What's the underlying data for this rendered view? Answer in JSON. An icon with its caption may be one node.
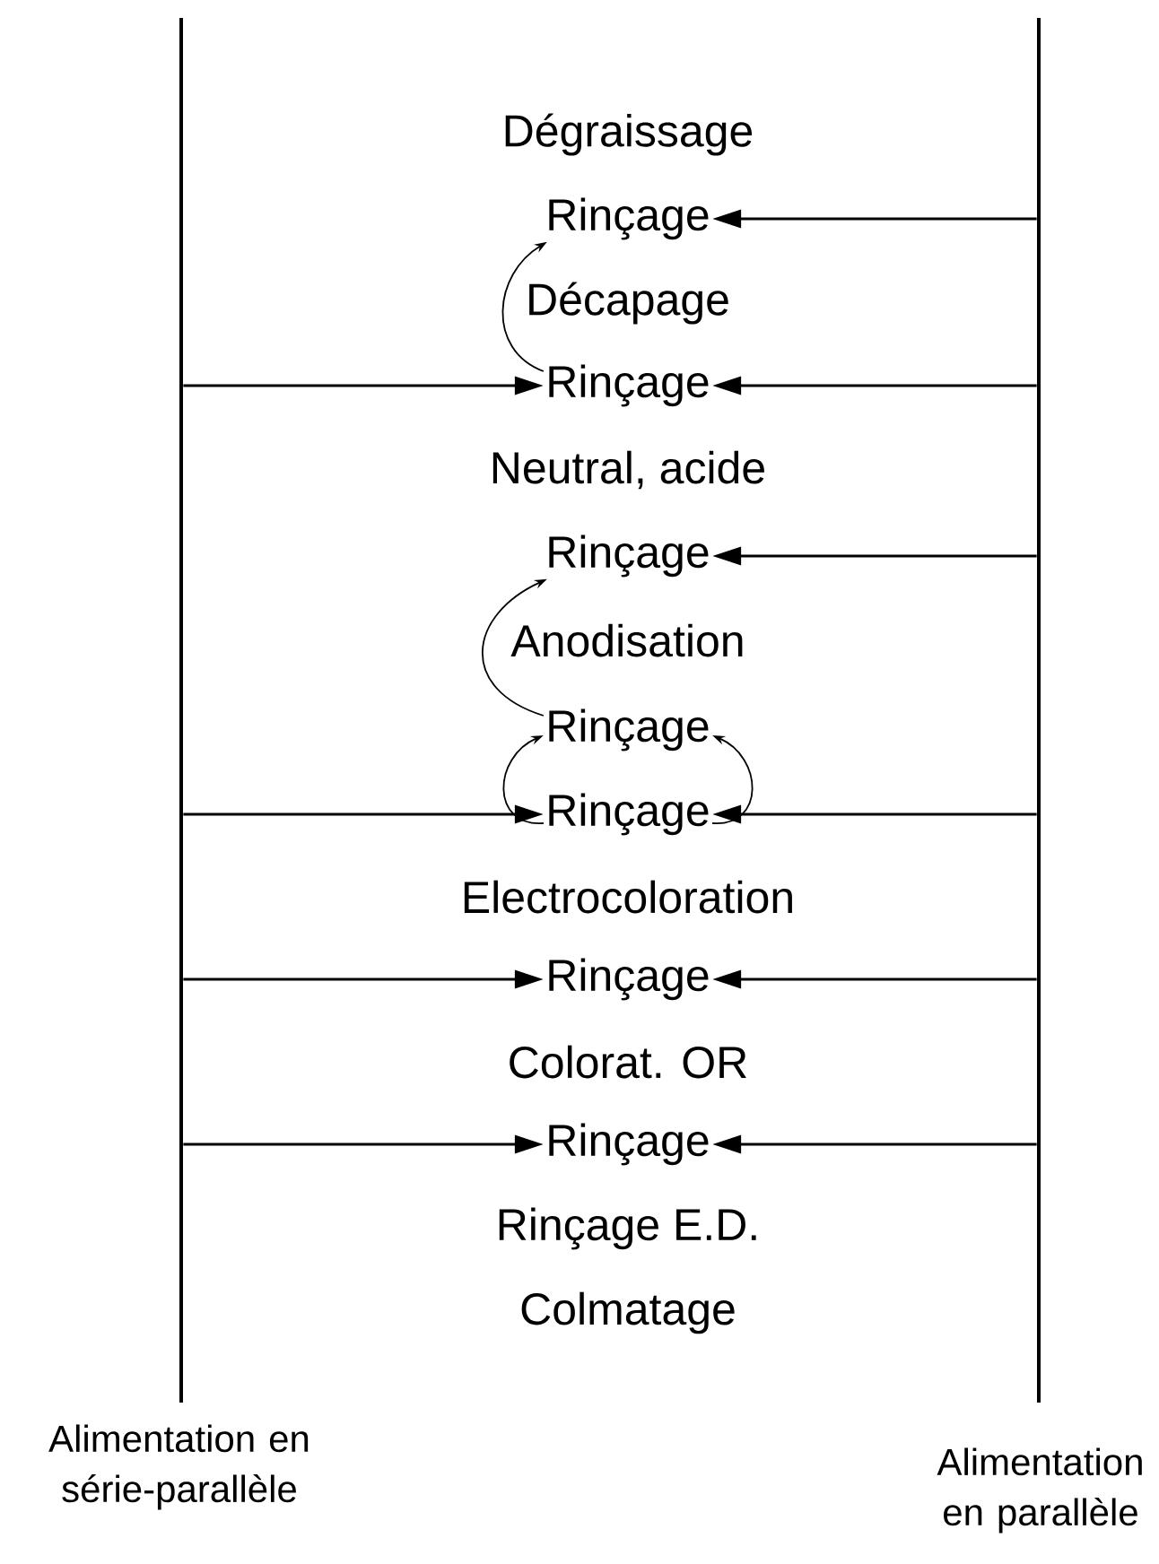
{
  "diagram": {
    "nodes": [
      {
        "text": [
          "Alimentation en série-parallèle"
        ]
      },
      {
        "text": [
          "Alimentation en parallèle"
        ]
      },
      {
        "text": [
          "Dégraissage"
        ]
      },
      {
        "text": [
          "Rinçage"
        ]
      },
      {
        "text": [
          "Décapage"
        ]
      },
      {
        "text": [
          "Rinçage"
        ]
      },
      {
        "text": [
          "Neutral, acide"
        ]
      },
      {
        "text": [
          "Rinçage"
        ]
      },
      {
        "text": [
          "Anodisation"
        ]
      },
      {
        "text": [
          "Rinçage"
        ]
      },
      {
        "text": [
          "Rinçage"
        ]
      },
      {
        "text": [
          "Electrocoloration"
        ]
      },
      {
        "text": [
          "Rinçage"
        ]
      },
      {
        "text": [
          "Colorat. OR"
        ]
      },
      {
        "text": [
          "Rinçage"
        ]
      },
      {
        "text": [
          "Rinçage E.D."
        ]
      },
      {
        "text": [
          "Colmatage"
        ]
      }
    ],
    "edges": [
      {
        "from": 1,
        "to": 3,
        "arrow": "to"
      },
      {
        "from": 0,
        "to": 5,
        "arrow": "to"
      },
      {
        "from": 1,
        "to": 5,
        "arrow": "to"
      },
      {
        "from": 5,
        "to": 3,
        "arrow": "to"
      },
      {
        "from": 1,
        "to": 7,
        "arrow": "to"
      },
      {
        "from": 9,
        "to": 7,
        "arrow": "to"
      },
      {
        "from": 10,
        "to": 9,
        "arrow": "to"
      },
      {
        "from": 10,
        "to": 9,
        "arrow": "to"
      },
      {
        "from": 0,
        "to": 10,
        "arrow": "to"
      },
      {
        "from": 1,
        "to": 10,
        "arrow": "to"
      },
      {
        "from": 0,
        "to": 12,
        "arrow": "to"
      },
      {
        "from": 1,
        "to": 12,
        "arrow": "to"
      },
      {
        "from": 0,
        "to": 14,
        "arrow": "to"
      },
      {
        "from": 1,
        "to": 14,
        "arrow": "to"
      }
    ]
  }
}
